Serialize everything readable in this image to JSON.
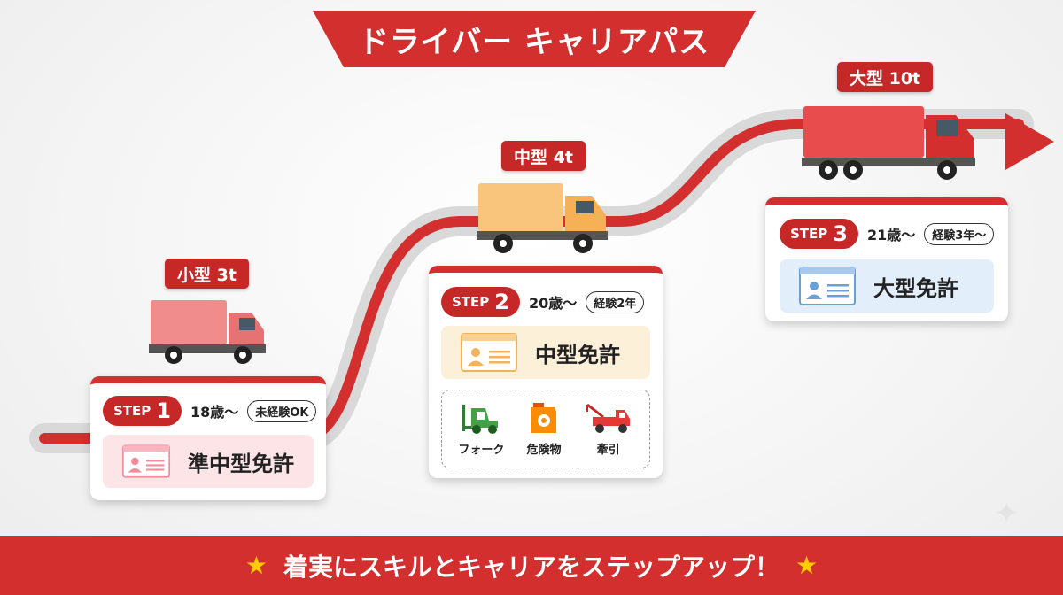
{
  "title": "ドライバー キャリアパス",
  "footer": {
    "text": "着実にスキルとキャリアをステップアップ！",
    "star_left": "★",
    "star_right": "★"
  },
  "colors": {
    "primary_red": "#d32f2f",
    "dark_red": "#c62828",
    "star": "#ffcc00"
  },
  "steps": [
    {
      "size_label": "小型 3t",
      "step_word": "STEP",
      "step_number": "1",
      "age": "18歳〜",
      "experience": "未経験OK",
      "license": "準中型免許",
      "truck_color": "#f08c8c",
      "license_bg": "#fde4e6",
      "card_icon": "license-card-pink-icon"
    },
    {
      "size_label": "中型 4t",
      "step_word": "STEP",
      "step_number": "2",
      "age": "20歳〜",
      "experience": "経験2年",
      "license": "中型免許",
      "truck_color": "#f9c47c",
      "license_bg": "#fdf0d9",
      "card_icon": "license-card-yellow-icon",
      "skills": [
        {
          "icon": "forklift-icon",
          "label": "フォーク"
        },
        {
          "icon": "hazmat-can-icon",
          "label": "危険物"
        },
        {
          "icon": "tow-truck-icon",
          "label": "牽引"
        }
      ]
    },
    {
      "size_label": "大型 10t",
      "step_word": "STEP",
      "step_number": "3",
      "age": "21歳〜",
      "experience": "経験3年〜",
      "license": "大型免許",
      "truck_color": "#e84c4c",
      "license_bg": "#e3eefb",
      "card_icon": "license-card-blue-icon"
    }
  ]
}
